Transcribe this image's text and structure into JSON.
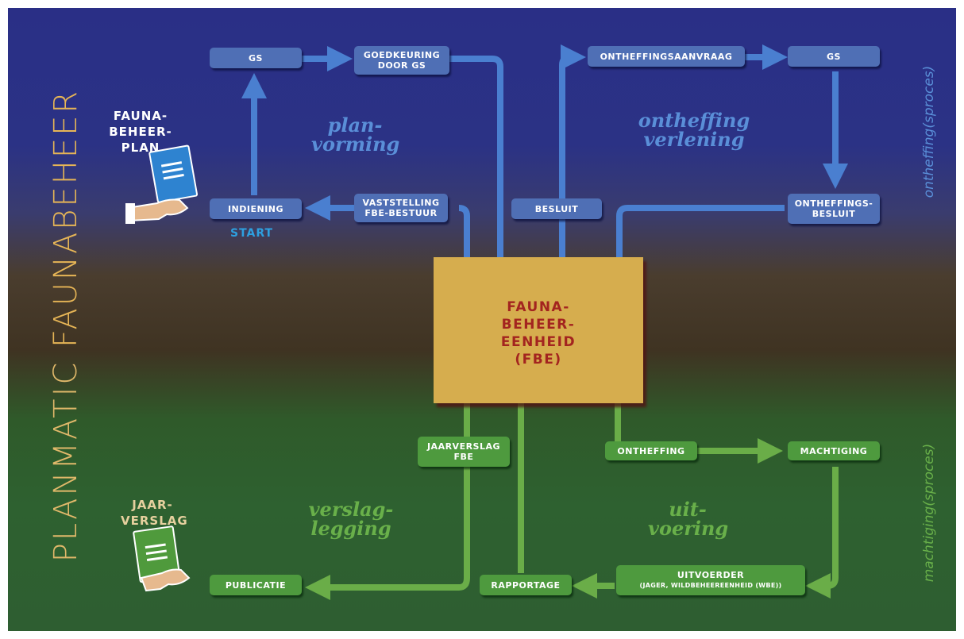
{
  "title": {
    "part1": "PLANMATIC",
    "part2": "FAUNABEHEER"
  },
  "side_labels": {
    "top": "ontheffing(sproces)",
    "bottom": "machtiging(sproces)"
  },
  "documents": {
    "faunabeheerplan": [
      "FAUNA-",
      "BEHEER-",
      "PLAN"
    ],
    "jaarverslag": [
      "JAAR-",
      "VERSLAG"
    ]
  },
  "start_label": "START",
  "center": {
    "lines": [
      "FAUNA-",
      "BEHEER-",
      "EENHEID",
      "(FBE)"
    ]
  },
  "phases": {
    "planvorming": [
      "plan-",
      "vorming"
    ],
    "ontheffing_verlening": [
      "ontheffing",
      "verlening"
    ],
    "verslaglegging": [
      "verslag-",
      "legging"
    ],
    "uitvoering": [
      "uit-",
      "voering"
    ]
  },
  "boxes": {
    "gs_left": "GS",
    "goedkeuring": [
      "GOEDKEURING",
      "DOOR GS"
    ],
    "ontheffingsaanvraag": "ONTHEFFINGSAANVRAAG",
    "gs_right": "GS",
    "indiening": "INDIENING",
    "vaststelling": [
      "VASTSTELLING",
      "FBE-BESTUUR"
    ],
    "besluit": "BESLUIT",
    "ontheffingsbesluit": [
      "ONTHEFFINGS-",
      "BESLUIT"
    ],
    "jaarverslag_fbe": [
      "JAARVERSLAG",
      "FBE"
    ],
    "ontheffing": "ONTHEFFING",
    "machtiging": "MACHTIGING",
    "publicatie": "PUBLICATIE",
    "rapportage": "RAPPORTAGE",
    "uitvoerder": [
      "UITVOERDER",
      "(JAGER, WILDBEHEEREENHEID (WBE))"
    ]
  },
  "colors": {
    "blue_arrow": "#4a7fd0",
    "green_arrow": "#6aad48",
    "title": "#e6b556",
    "fbe_box": "#d6ad4e",
    "fbe_text": "#a3241f"
  }
}
